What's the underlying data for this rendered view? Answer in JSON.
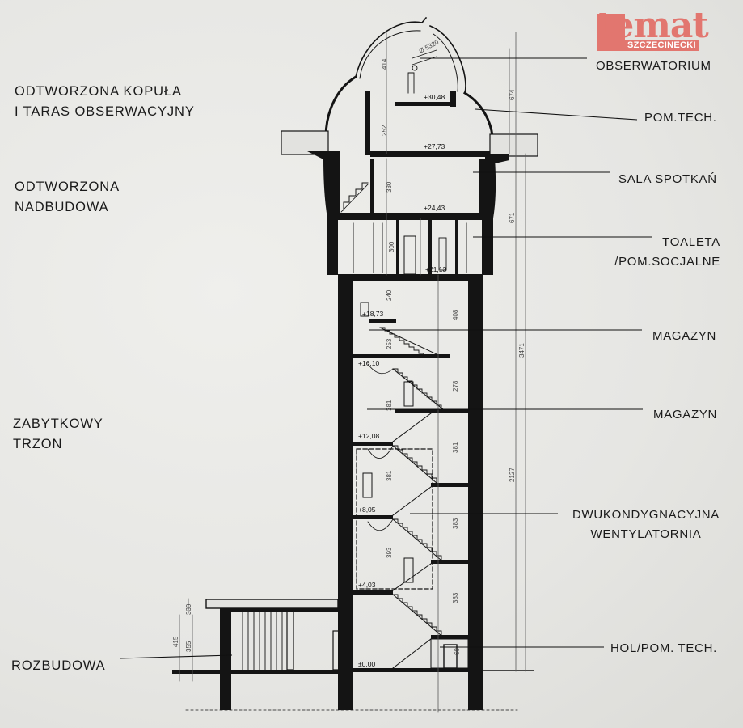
{
  "logo": {
    "main": "temat",
    "sub": "SZCZECINECKI"
  },
  "left_labels": {
    "dome": [
      "ODTWORZONA KOPUŁA",
      "I TARAS OBSERWACYJNY"
    ],
    "superstructure": [
      "ODTWORZONA",
      "NADBUDOWA"
    ],
    "shaft": [
      "ZABYTKOWY",
      "TRZON"
    ],
    "extension": "ROZBUDOWA"
  },
  "right_labels": {
    "observatory": "OBSERWATORIUM",
    "tech_room": "POM.TECH.",
    "meeting_hall": "SALA SPOTKAŃ",
    "toilets": [
      "TOALETA",
      "/POM.SOCJALNE"
    ],
    "storage_upper": "MAGAZYN",
    "storage_lower": "MAGAZYN",
    "ventilation": [
      "DWUKONDYGNACYJNA",
      "WENTYLATORNIA"
    ],
    "hall": "HOL/POM. TECH."
  },
  "elevations": [
    "+30,48",
    "+27,73",
    "+24,43",
    "+21,13",
    "+18,73",
    "+16,10",
    "+12,08",
    "+8,05",
    "+4,03",
    "±0,00"
  ],
  "dimensions": {
    "dome_a": "414",
    "dome_b": "Ø 5320",
    "d_252": "252",
    "d_330": "330",
    "d_300": "300",
    "d_240": "240",
    "d_253": "253",
    "d_381a": "381",
    "d_381b": "381",
    "d_383": "383",
    "d_393": "393",
    "d_408": "408",
    "d_278": "278",
    "d_674": "674",
    "d_671": "671",
    "d_3471": "3471",
    "d_2127": "2127",
    "d_415": "415",
    "d_355": "355",
    "d_330b": "330",
    "d_60": "60"
  }
}
